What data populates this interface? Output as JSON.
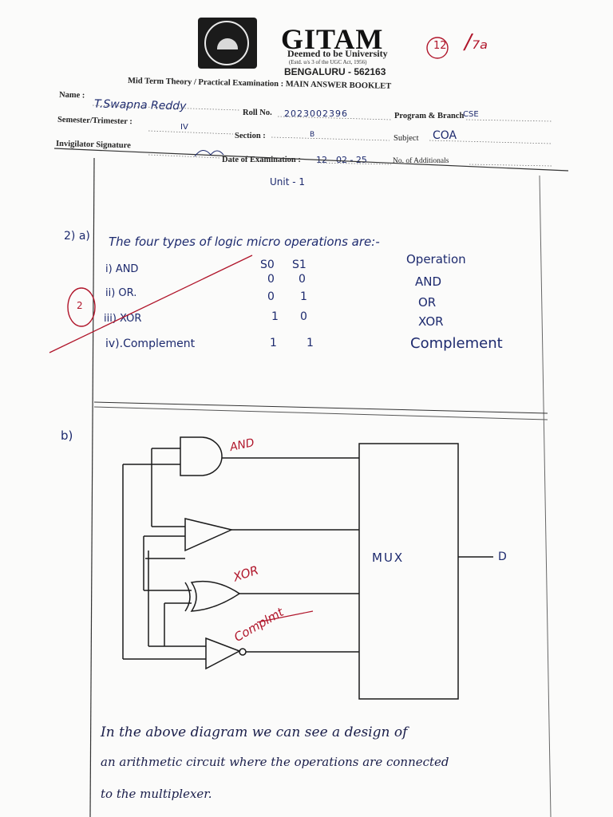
{
  "header": {
    "brand": "GITAM",
    "deemed": "Deemed to be University",
    "estd": "(Estd. u/s 3 of the UGC Act, 1956)",
    "city": "BENGALURU - 562163",
    "exam_title": "Mid Term Theory / Practical Examination : MAIN ANSWER BOOKLET",
    "marks_circle": "12",
    "marks_note": "/₇ₐ"
  },
  "form": {
    "name_label": "Name :",
    "name_value": "T.Swapna Reddy",
    "roll_label": "Roll No.",
    "roll_value": "2023002396",
    "program_label": "Program & Branch",
    "program_value": "CSE",
    "semester_label": "Semester/Trimester :",
    "semester_value": "IV",
    "section_label": "Section :",
    "section_value": "B",
    "subject_label": "Subject",
    "subject_value": "COA",
    "invigilator_label": "Invigilator Signature",
    "date_label": "Date of Examination :",
    "date_value": "12 - 02 - 25",
    "additionals_label": "No. of Additionals"
  },
  "answer": {
    "unit": "Unit - 1",
    "q_a_number": "2) a)",
    "q_a_intro": "The four types of logic micro operations are:-",
    "margin_mark": "2",
    "list": [
      "i)  AND",
      "ii)  OR.",
      "iii)  XOR",
      "iv).Complement"
    ],
    "table_headers": [
      "S0",
      "S1",
      "Operation"
    ],
    "table_rows": [
      [
        "0",
        "0",
        "AND"
      ],
      [
        "0",
        "1",
        "OR"
      ],
      [
        "1",
        "0",
        "XOR"
      ],
      [
        "1",
        "1",
        "Complement"
      ]
    ],
    "q_b_number": "b)",
    "diagram": {
      "mux_label": "MUX",
      "output_label": "D",
      "red_labels": [
        "AND",
        "XOR",
        "Complmt"
      ]
    },
    "explanation": [
      "In the above diagram we can see a design of",
      "an arithmetic circuit  where the operations are connected",
      "to the multiplexer."
    ]
  },
  "colors": {
    "ink_blue": "#1d2a6e",
    "ink_red": "#b0152a",
    "print_black": "#222222"
  }
}
